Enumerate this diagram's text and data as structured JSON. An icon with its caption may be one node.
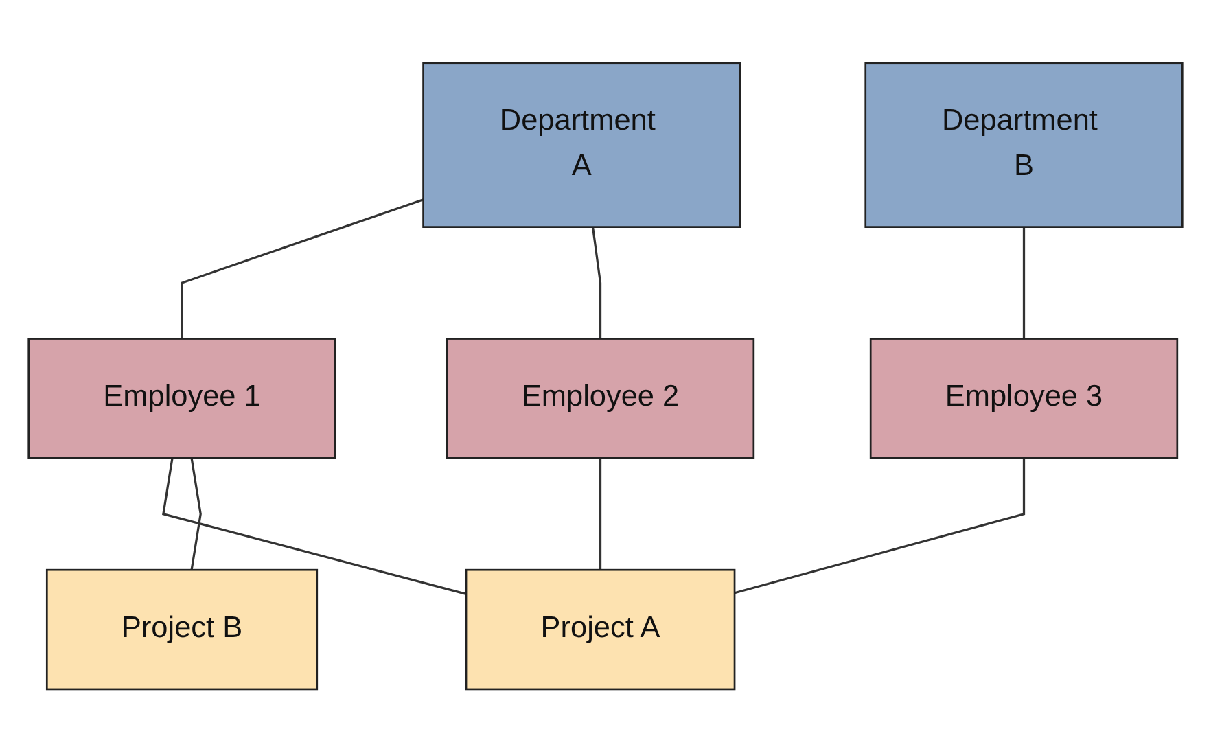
{
  "diagram": {
    "nodes": [
      {
        "text": [
          "Department A"
        ]
      },
      {
        "text": [
          "Department B"
        ]
      },
      {
        "text": [
          "Employee 1"
        ]
      },
      {
        "text": [
          "Employee 2"
        ]
      },
      {
        "text": [
          "Employee 3"
        ]
      },
      {
        "text": [
          "Project A"
        ]
      },
      {
        "text": [
          "Project B"
        ]
      }
    ],
    "edges": [
      {
        "from": 0,
        "to": 2,
        "arrow": "none"
      },
      {
        "from": 0,
        "to": 3,
        "arrow": "none"
      },
      {
        "from": 1,
        "to": 4,
        "arrow": "none"
      },
      {
        "from": 2,
        "to": 5,
        "arrow": "none"
      },
      {
        "from": 2,
        "to": 6,
        "arrow": "none"
      },
      {
        "from": 3,
        "to": 5,
        "arrow": "none"
      },
      {
        "from": 4,
        "to": 5,
        "arrow": "none"
      }
    ]
  }
}
